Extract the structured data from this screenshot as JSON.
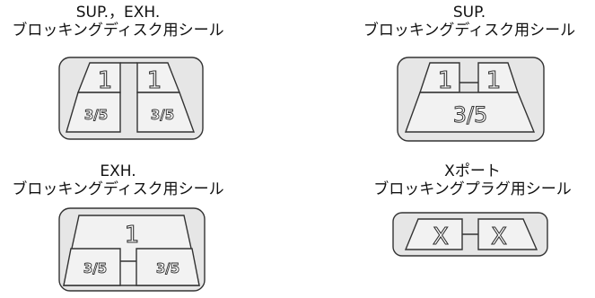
{
  "captions": {
    "top_left": {
      "line1": "SUP.，EXH.",
      "line2": "ブロッキングディスク用シール"
    },
    "top_right": {
      "line1": "SUP.",
      "line2": "ブロッキングディスク用シール"
    },
    "bottom_left": {
      "line1": "EXH.",
      "line2": "ブロッキングディスク用シール"
    },
    "bottom_right": {
      "line1": "Xポート",
      "line2": "ブロッキングプラグ用シール"
    }
  },
  "seal_labels": {
    "top_left": {
      "left_top": "1",
      "right_top": "1",
      "left_bottom": "3/5",
      "right_bottom": "3/5"
    },
    "top_right": {
      "left_top": "1",
      "right_top": "1",
      "bottom": "3/5"
    },
    "bottom_left": {
      "top": "1",
      "left_bottom": "3/5",
      "right_bottom": "3/5"
    },
    "bottom_right": {
      "left": "X",
      "right": "X"
    }
  }
}
